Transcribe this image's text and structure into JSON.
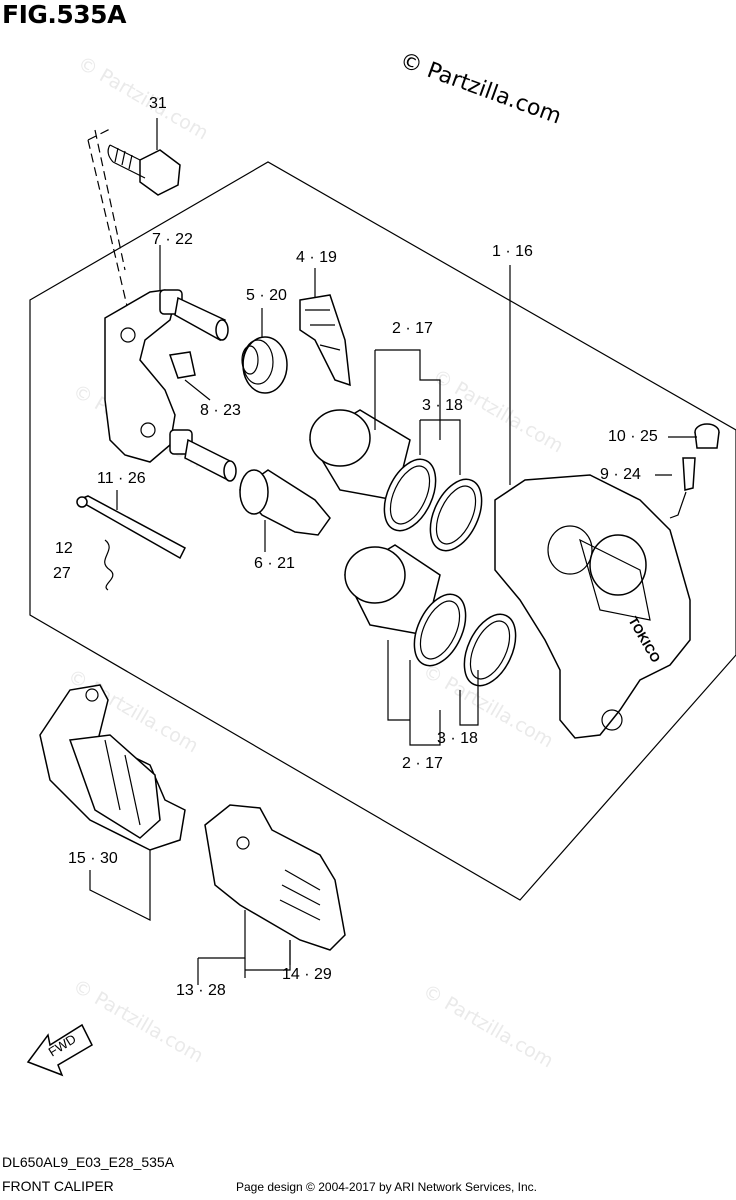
{
  "figure": {
    "title": "FIG.535A",
    "copyright": "© Partzilla.com",
    "watermark": "© Partzilla.com",
    "model_code": "DL650AL9_E03_E28_535A",
    "subtitle": "FRONT CALIPER",
    "footer": "Page design © 2004-2017 by ARI Network Services, Inc."
  },
  "callouts": [
    {
      "label": "31"
    },
    {
      "label": "7 · 22"
    },
    {
      "label": "4 · 19"
    },
    {
      "label": "1 · 16"
    },
    {
      "label": "5 · 20"
    },
    {
      "label": "2 · 17"
    },
    {
      "label": "3 · 18"
    },
    {
      "label": "8 · 23"
    },
    {
      "label": "10 · 25"
    },
    {
      "label": "9 · 24"
    },
    {
      "label": "11 · 26"
    },
    {
      "label": "12"
    },
    {
      "label": "27"
    },
    {
      "label": "6 · 21"
    },
    {
      "label": "3 · 18"
    },
    {
      "label": "2 · 17"
    },
    {
      "label": "15 · 30"
    },
    {
      "label": "14 · 29"
    },
    {
      "label": "13 · 28"
    }
  ],
  "fwd_label": "FWD",
  "caliper_brand": "TOKICO"
}
